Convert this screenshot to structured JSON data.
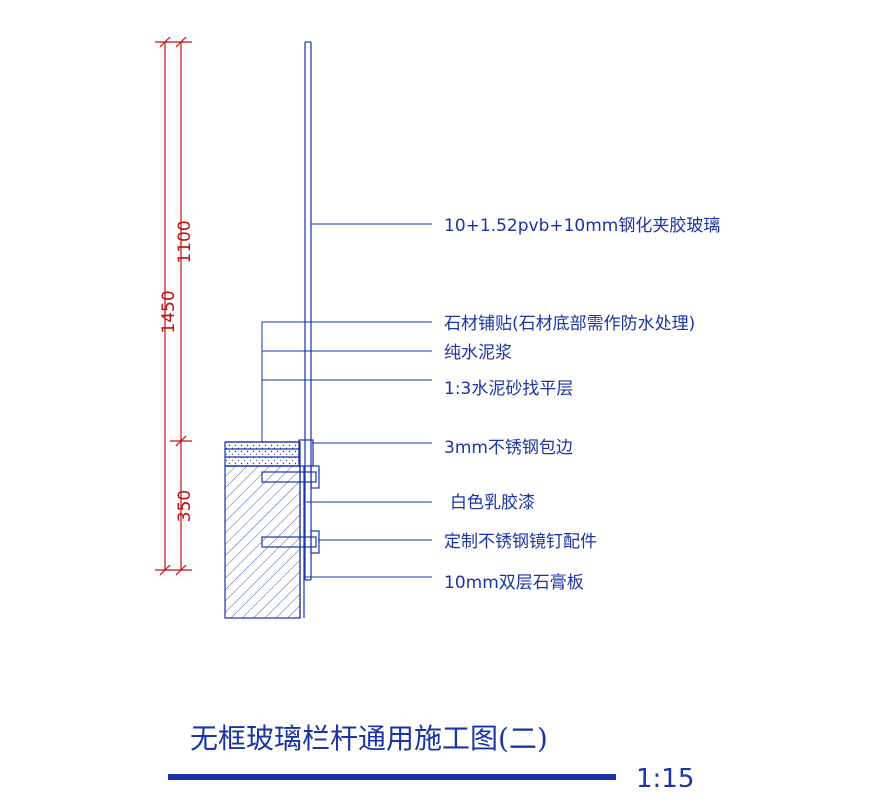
{
  "dimensions": {
    "total": "1450",
    "upper": "1100",
    "lower": "350"
  },
  "callouts": [
    "10+1.52pvb+10mm钢化夹胶玻璃",
    "石材铺贴(石材底部需作防水处理)",
    "纯水泥浆",
    "1:3水泥砂找平层",
    "3mm不锈钢包边",
    "白色乳胶漆",
    "定制不锈钢镜钉配件",
    "10mm双层石膏板"
  ],
  "title": "无框玻璃栏杆通用施工图(二)",
  "scale": "1:15",
  "colors": {
    "drawing_line": "#1a34a8",
    "dimension_line": "#c01010",
    "title_bar": "#1a34a8"
  }
}
